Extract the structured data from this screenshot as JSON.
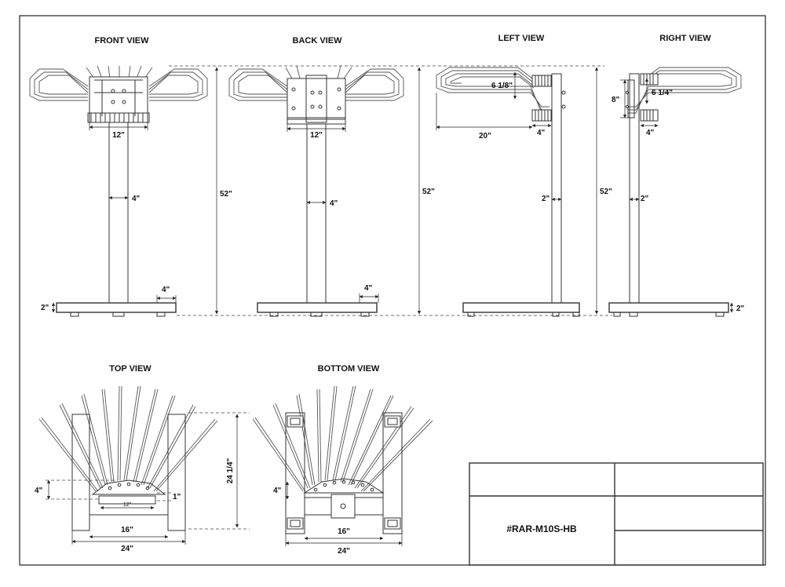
{
  "views": {
    "front": "FRONT VIEW",
    "back": "BACK VIEW",
    "left": "LEFT VIEW",
    "right": "RIGHT VIEW",
    "top": "TOP VIEW",
    "bottom": "BOTTOM VIEW"
  },
  "dimensions": {
    "front_width": "12\"",
    "front_post": "4\"",
    "front_caster": "4\"",
    "front_base": "2\"",
    "back_width": "12\"",
    "back_post": "4\"",
    "back_caster": "4\"",
    "height_a": "52\"",
    "left_spacing": "6 1/8\"",
    "left_arm": "20\"",
    "left_block": "4\"",
    "left_post": "2\"",
    "height_b": "52\"",
    "right_block_h": "8\"",
    "right_spacing": "6 1/4\"",
    "right_block": "4\"",
    "right_post": "2\"",
    "right_base": "2\"",
    "top_offset": "4\"",
    "top_plate": "1\"",
    "top_inner": "12\"",
    "top_inner_w": "16\"",
    "top_outer_w": "24\"",
    "depth": "24 1/4\"",
    "bottom_offset": "4\"",
    "bottom_inner_w": "16\"",
    "bottom_outer_w": "24\""
  },
  "title_block": {
    "part_number": "#RAR-M10S-HB"
  }
}
